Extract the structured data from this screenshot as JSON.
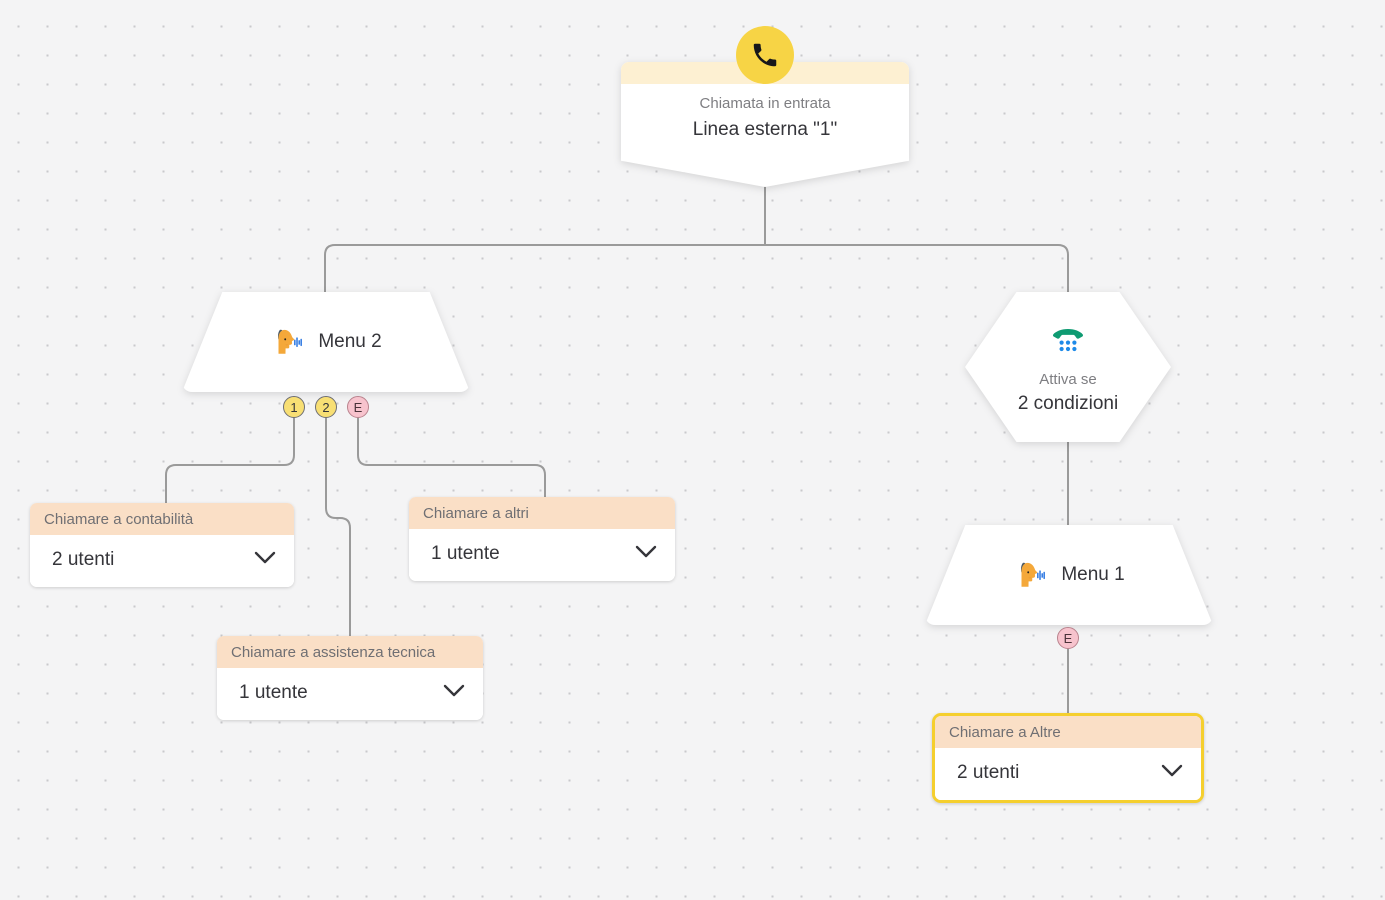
{
  "canvas": {
    "background_color": "#f4f4f5",
    "grid_dot_color": "#c9c9cc",
    "edge_color": "#9a9a9a"
  },
  "entry_node": {
    "icon": "phone-handset-icon",
    "badge_color": "#f7d445",
    "strip_color": "#fdf0d2",
    "subtitle": "Chiamata in entrata",
    "title": "Linea esterna \"1\""
  },
  "menu_2": {
    "icon": "speaking-head-icon",
    "label": "Menu 2",
    "ports": [
      {
        "id": "1",
        "label": "1",
        "type": "number"
      },
      {
        "id": "2",
        "label": "2",
        "type": "number"
      },
      {
        "id": "E",
        "label": "E",
        "type": "extension"
      }
    ]
  },
  "menu_1": {
    "icon": "speaking-head-icon",
    "label": "Menu 1",
    "ports": [
      {
        "id": "E",
        "label": "E",
        "type": "extension"
      }
    ]
  },
  "condition_node": {
    "icon": "telephone-icon",
    "subtitle": "Attiva se",
    "title": "2 condizioni"
  },
  "cards": [
    {
      "name": "card-contabilita",
      "header": "Chiamare a contabilità",
      "value": "2 utenti",
      "chevron": "chevron-down-icon",
      "selected": false
    },
    {
      "name": "card-altri",
      "header": "Chiamare a altri",
      "value": "1 utente",
      "chevron": "chevron-down-icon",
      "selected": false
    },
    {
      "name": "card-assistenza-tecnica",
      "header": "Chiamare a assistenza tecnica",
      "value": "1 utente",
      "chevron": "chevron-down-icon",
      "selected": false
    },
    {
      "name": "card-altre",
      "header": "Chiamare a Altre",
      "value": "2 utenti",
      "chevron": "chevron-down-icon",
      "selected": true,
      "selection_color": "#f5cf2e"
    }
  ]
}
